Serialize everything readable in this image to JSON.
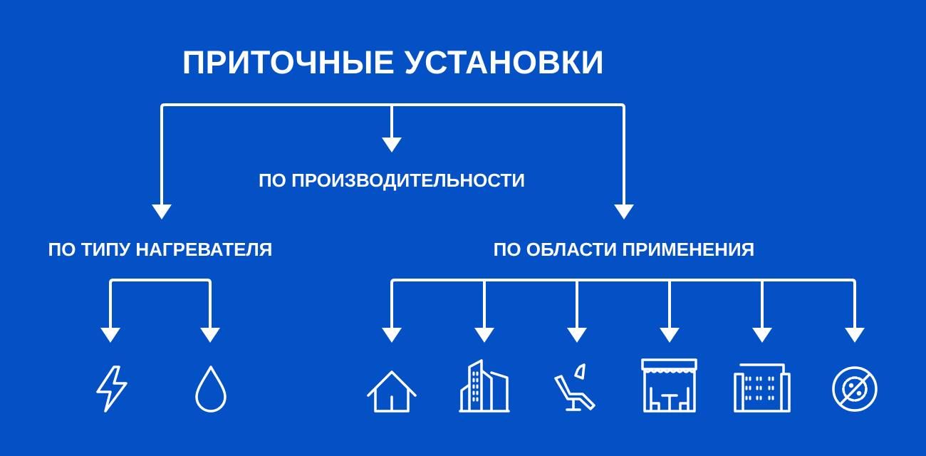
{
  "title": "ПРИТОЧНЫЕ УСТАНОВКИ",
  "branches": {
    "performance": "ПО ПРОИЗВОДИТЕЛЬНОСТИ",
    "heater_type": "ПО ТИПУ НАГРЕВАТЕЛЯ",
    "application": "ПО ОБЛАСТИ ПРИМЕНЕНИЯ"
  },
  "heater_icons": [
    "lightning-icon",
    "water-drop-icon"
  ],
  "application_icons": [
    "house-icon",
    "office-building-icon",
    "dental-chair-icon",
    "cafe-icon",
    "hotel-icon",
    "antivirus-icon"
  ],
  "colors": {
    "background": "#0451c5",
    "foreground": "#ffffff"
  }
}
